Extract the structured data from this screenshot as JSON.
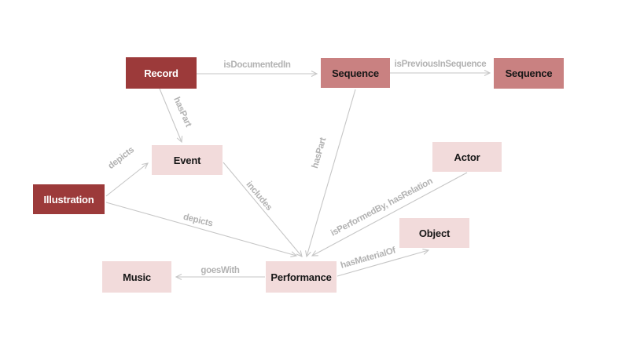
{
  "diagram": {
    "background": "#ffffff",
    "colors": {
      "node_dark": "#9c3a3a",
      "node_medium": "#c98181",
      "node_light": "#f2dbdb",
      "node_text_on_dark": "#ffffff",
      "node_text_on_light": "#171717",
      "edge_line": "#c6c6c6",
      "edge_label": "#b2b2b2"
    },
    "nodes": [
      {
        "id": "record",
        "label": "Record",
        "variant": "dark"
      },
      {
        "id": "sequence-1",
        "label": "Sequence",
        "variant": "medium"
      },
      {
        "id": "sequence-2",
        "label": "Sequence",
        "variant": "medium"
      },
      {
        "id": "event",
        "label": "Event",
        "variant": "light"
      },
      {
        "id": "illustration",
        "label": "Illustration",
        "variant": "dark"
      },
      {
        "id": "actor",
        "label": "Actor",
        "variant": "light"
      },
      {
        "id": "object",
        "label": "Object",
        "variant": "light"
      },
      {
        "id": "music",
        "label": "Music",
        "variant": "light"
      },
      {
        "id": "performance",
        "label": "Performance",
        "variant": "light"
      }
    ],
    "edges": [
      {
        "from": "record",
        "to": "sequence-1",
        "label": "isDocumentedIn"
      },
      {
        "from": "sequence-1",
        "to": "sequence-2",
        "label": "isPreviousInSequence"
      },
      {
        "from": "record",
        "to": "event",
        "label": "hasPart"
      },
      {
        "from": "illustration",
        "to": "event",
        "label": "depicts"
      },
      {
        "from": "illustration",
        "to": "performance",
        "label": "depicts"
      },
      {
        "from": "event",
        "to": "performance",
        "label": "includes"
      },
      {
        "from": "sequence-1",
        "to": "performance",
        "label": "hasPart"
      },
      {
        "from": "actor",
        "to": "performance",
        "label": "isPerformedBy, hasRelation"
      },
      {
        "from": "performance",
        "to": "object",
        "label": "hasMaterialOf"
      },
      {
        "from": "performance",
        "to": "music",
        "label": "goesWith"
      }
    ]
  }
}
